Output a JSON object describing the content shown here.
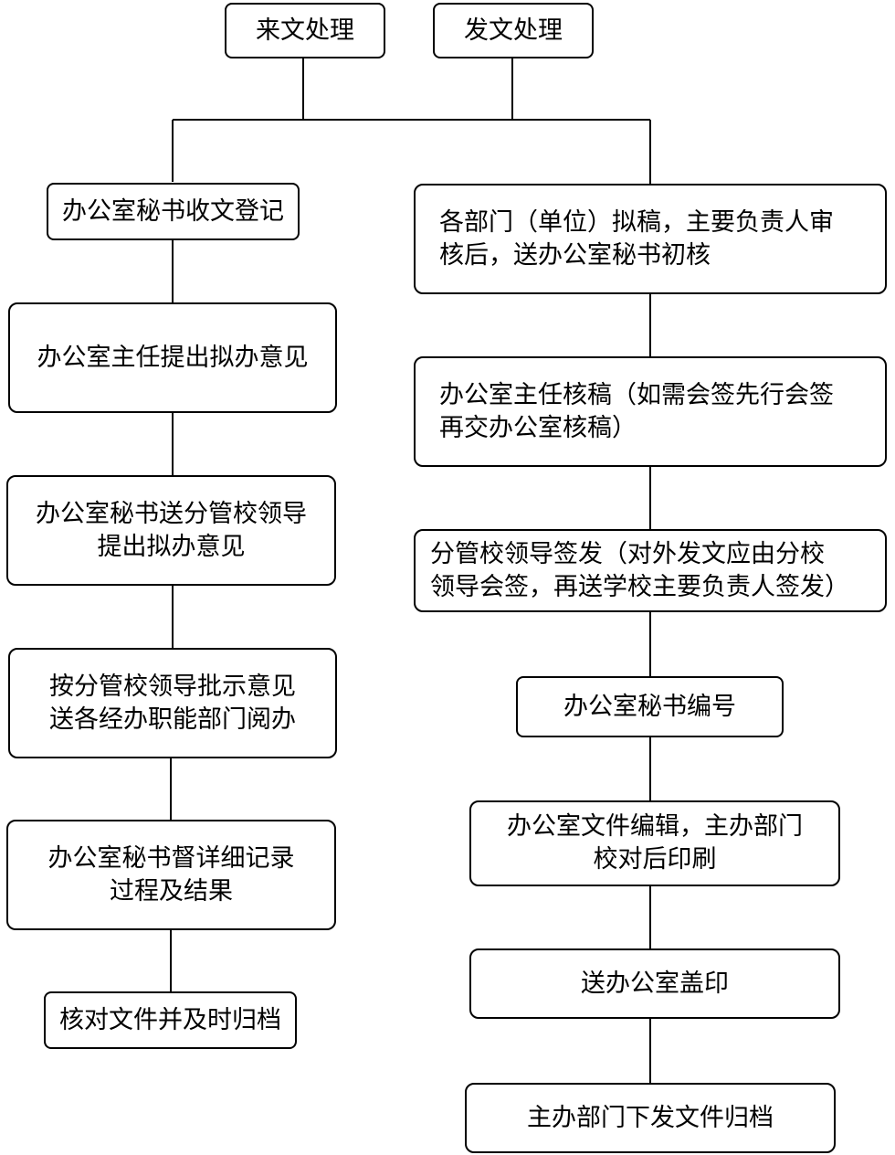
{
  "headers": {
    "incoming": "来文处理",
    "outgoing": "发文处理"
  },
  "incoming_steps": [
    "办公室秘书收文登记",
    "办公室主任提出拟办意见",
    "办公室秘书送分管校领导\n提出拟办意见",
    "按分管校领导批示意见\n送各经办职能部门阅办",
    "办公室秘书督详细记录\n过程及结果",
    "核对文件并及时归档"
  ],
  "outgoing_steps": [
    "各部门（单位）拟稿，主要负责人审\n核后，送办公室秘书初核",
    "办公室主任核稿（如需会签先行会签\n再交办公室核稿）",
    "分管校领导签发（对外发文应由分校\n领导会签，再送学校主要负责人签发）",
    "办公室秘书编号",
    "办公室文件编辑，主办部门\n校对后印刷",
    "送办公室盖印",
    "主办部门下发文件归档"
  ]
}
